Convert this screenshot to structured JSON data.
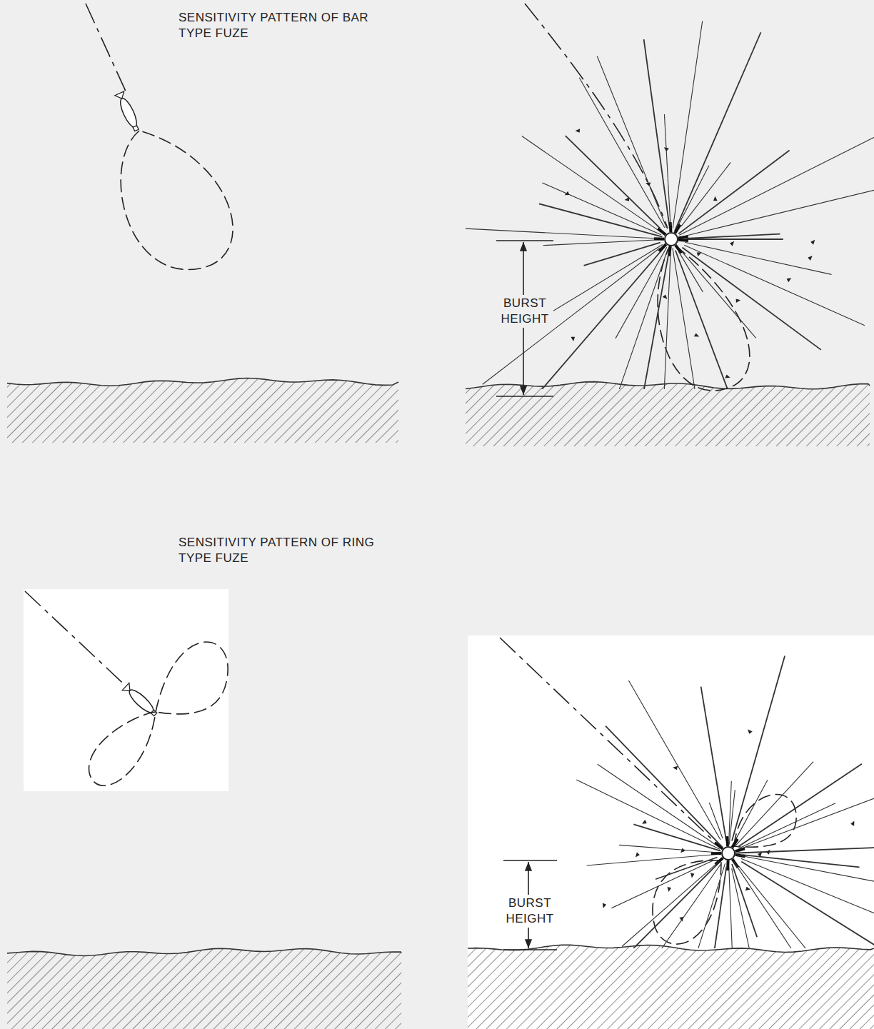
{
  "diagram": {
    "labels": [
      "SENSITIVITY PATTERN OF BAR TYPE FUZE",
      "BURST HEIGHT",
      "SENSITIVITY PATTERN OF RING TYPE FUZE",
      "BURST HEIGHT"
    ]
  }
}
